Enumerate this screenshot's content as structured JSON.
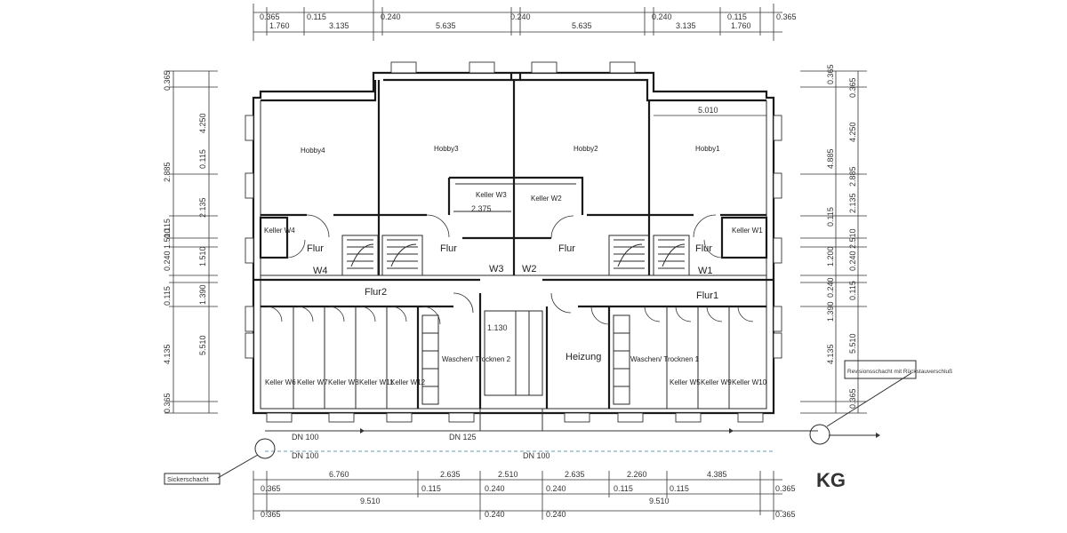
{
  "floor_label": "KG",
  "rooms": {
    "hobby4": "Hobby4",
    "hobby3": "Hobby3",
    "hobby2": "Hobby2",
    "hobby1": "Hobby1",
    "keller_w3": "Keller W3",
    "keller_w2": "Keller W2",
    "keller_w4": "Keller W4",
    "keller_w1": "Keller W1",
    "flur_left": "Flur",
    "flur_mid_left": "Flur",
    "flur_mid_right": "Flur",
    "flur_right": "Flur",
    "w4": "W4",
    "w3": "W3",
    "w2": "W2",
    "w1": "W1",
    "flur2": "Flur2",
    "flur1": "Flur1",
    "heizung": "Heizung",
    "waschen_left": "Waschen/ Trocknen 2",
    "waschen_right": "Waschen/ Trocknen 1",
    "keller_6": "Keller W6",
    "keller_7": "Keller W7",
    "keller_8": "Keller W8",
    "keller_11": "Keller W11",
    "keller_12": "Keller W12",
    "keller_5": "Keller W5",
    "keller_9": "Keller W9",
    "keller_10": "Keller W10"
  },
  "dimensions": {
    "top_row1": [
      "0.365",
      "0.115",
      "0.240",
      "0.240",
      "0.240",
      "0.115",
      "0.365"
    ],
    "top_row2": [
      "1.760",
      "3.135",
      "5.635",
      "5.635",
      "3.135",
      "1.760"
    ],
    "inner_top": "5.010",
    "inner_keller": "2.375",
    "inner_stair": "1.130",
    "left_vertical_outer": [
      "0.365",
      "4.250",
      "2.885",
      "0.115",
      "2.135",
      "0.115",
      "1.510",
      "0.240",
      "1.510",
      "0.115",
      "1.390",
      "5.510",
      "4.135",
      "0.365"
    ],
    "right_vertical_outer": [
      "0.365",
      "0.365",
      "4.250",
      "4.885",
      "2.885",
      "0.115",
      "2.135",
      "2.510",
      "1.200",
      "0.240",
      "0.240",
      "0.115",
      "1.390",
      "5.510",
      "4.135",
      "0.365"
    ],
    "bottom_row1": [
      "6.760",
      "2.635",
      "2.510",
      "2.635",
      "2.260",
      "4.385"
    ],
    "bottom_row2": [
      "0.365",
      "0.115",
      "0.240",
      "0.240",
      "0.115",
      "0.115",
      "0.365"
    ],
    "bottom_row3": [
      "9.510",
      "9.510"
    ],
    "bottom_row4": [
      "0.365",
      "0.240",
      "0.240",
      "0.365"
    ]
  },
  "pipes": {
    "dn100_left": "DN 100",
    "dn125": "DN 125",
    "dn100_bottom": "DN 100",
    "dn100_mid": "DN 100"
  },
  "annotations": {
    "sickerschacht": "Sickerschacht",
    "revision_note": "Revisionsschacht mit Rückstauverschluß"
  }
}
